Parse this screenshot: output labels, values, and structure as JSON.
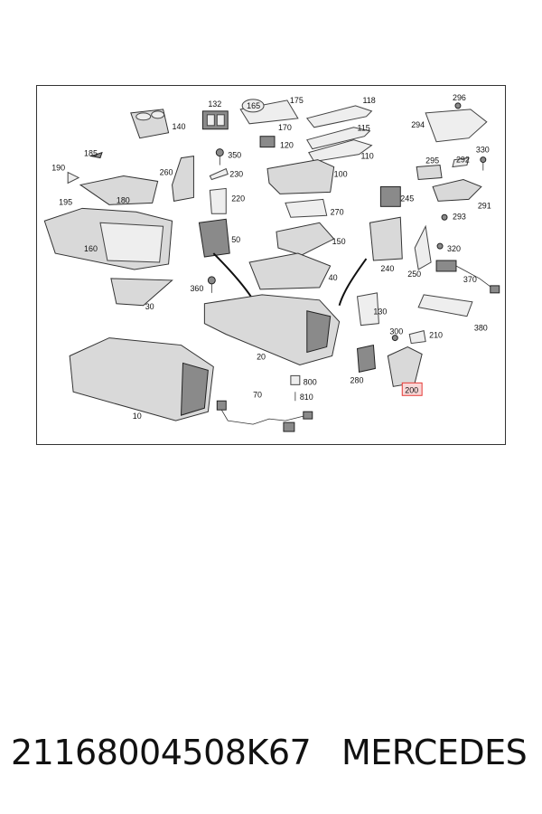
{
  "footer": {
    "part_number": "2116800450​8K67",
    "brand": "MERCEDES"
  },
  "highlight_color": "#e53935",
  "labels": {
    "l10": "10",
    "l20": "20",
    "l30": "30",
    "l40": "40",
    "l50": "50",
    "l70": "70",
    "l100": "100",
    "l110": "110",
    "l115": "115",
    "l118": "118",
    "l120": "120",
    "l130": "130",
    "l132": "132",
    "l140": "140",
    "l150": "150",
    "l160": "160",
    "l165": "165",
    "l170": "170",
    "l175": "175",
    "l180": "180",
    "l185": "185",
    "l190": "190",
    "l195": "195",
    "l200": "200",
    "l210": "210",
    "l220": "220",
    "l230": "230",
    "l240": "240",
    "l245": "245",
    "l250": "250",
    "l260": "260",
    "l270": "270",
    "l280": "280",
    "l291": "291",
    "l292": "292",
    "l293": "293",
    "l294": "294",
    "l295": "295",
    "l296": "296",
    "l300": "300",
    "l320": "320",
    "l330": "330",
    "l350": "350",
    "l360": "360",
    "l370": "370",
    "l380": "380",
    "l800": "800",
    "l810": "810"
  }
}
